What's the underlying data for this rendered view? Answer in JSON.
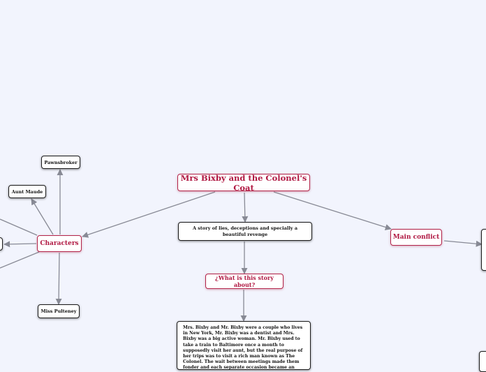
{
  "root": {
    "label": "Mrs Bixby and the Colonel's Coat"
  },
  "branches": {
    "characters": {
      "label": "Characters"
    },
    "main_conflict": {
      "label": "Main conflict"
    },
    "what_about": {
      "label": "¿What is this story about?"
    }
  },
  "leaves": {
    "pawnbroker": "Pawnsbroker",
    "aunt_maude": "Aunt Maude",
    "miss_pulteney": "Miss Pulteney",
    "tagline": "A story of lies, deceptions and specially a beautiful revenge",
    "summary": "Mrs. Bixby and Mr. Bixby were a couple who lives in New York, Mr. Bixby was a dentist and Mrs. Bixby was a big active woman. Mr. Bixby used to take a train to Baltimore once a month to supposedly visit her aunt, but the real purpose of her trips was to visit a rich man known as The Colonel. The wait between meetings made them fonder and each separate occasion became an exciting reunion."
  },
  "colors": {
    "accent": "#b01842",
    "edge": "#888a95",
    "background": "#f2f4fd"
  }
}
